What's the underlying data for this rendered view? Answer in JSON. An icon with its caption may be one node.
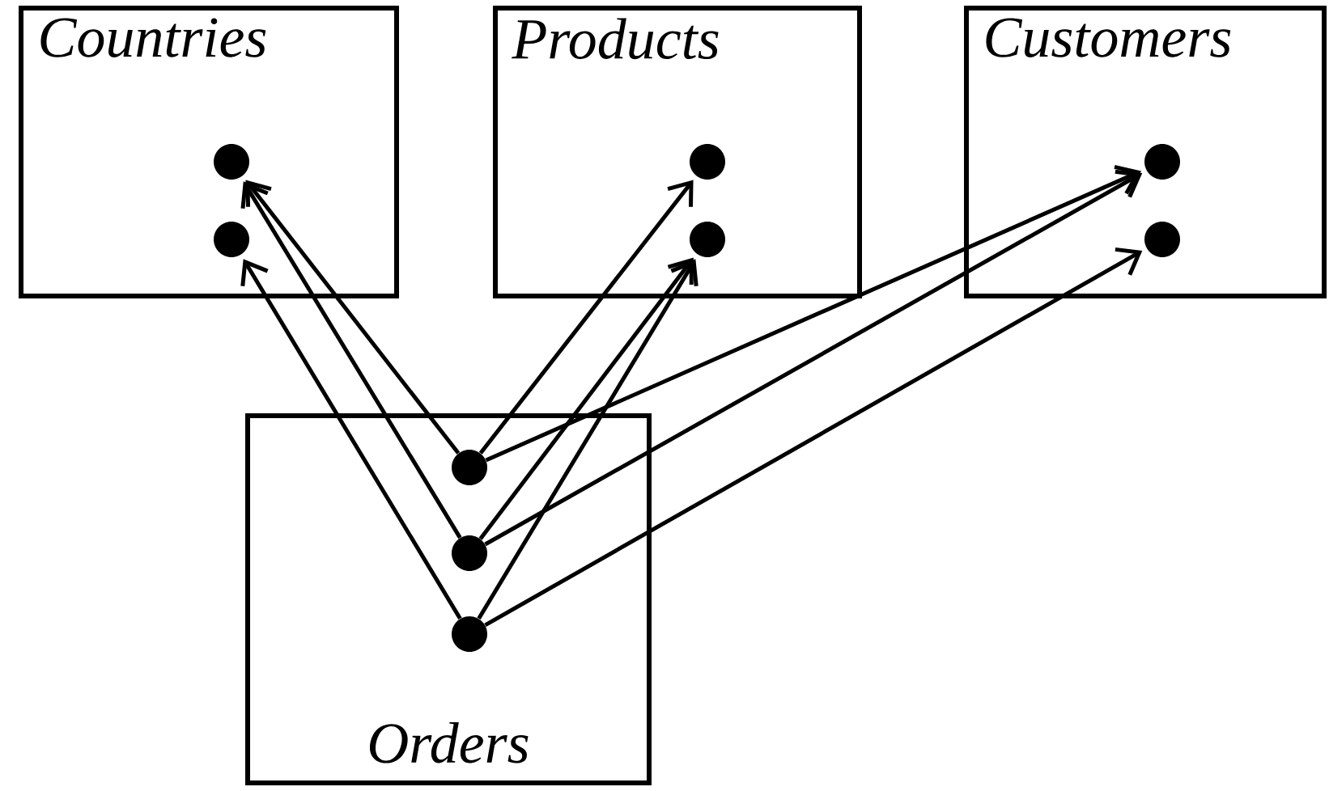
{
  "diagram": {
    "nodes": [
      {
        "text": [
          "Countries"
        ]
      },
      {
        "text": [],
        "shape": "circle",
        "in": 0
      },
      {
        "text": [],
        "shape": "circle",
        "in": 0
      },
      {
        "text": [
          "Products"
        ]
      },
      {
        "text": [],
        "shape": "circle",
        "in": 3
      },
      {
        "text": [],
        "shape": "circle",
        "in": 3
      },
      {
        "text": [
          "Customers"
        ]
      },
      {
        "text": [],
        "shape": "circle",
        "in": 6
      },
      {
        "text": [],
        "shape": "circle",
        "in": 6
      },
      {
        "text": [
          "Orders"
        ]
      },
      {
        "text": [],
        "shape": "circle",
        "in": 9
      },
      {
        "text": [],
        "shape": "circle",
        "in": 9
      },
      {
        "text": [],
        "shape": "circle",
        "in": 9
      }
    ],
    "edges": [
      {
        "from": 10,
        "to": 1,
        "arrow": "to"
      },
      {
        "from": 11,
        "to": 1,
        "arrow": "to"
      },
      {
        "from": 12,
        "to": 2,
        "arrow": "to"
      },
      {
        "from": 10,
        "to": 4,
        "arrow": "to"
      },
      {
        "from": 11,
        "to": 5,
        "arrow": "to"
      },
      {
        "from": 12,
        "to": 5,
        "arrow": "to"
      },
      {
        "from": 10,
        "to": 7,
        "arrow": "to"
      },
      {
        "from": 11,
        "to": 7,
        "arrow": "to"
      },
      {
        "from": 12,
        "to": 8,
        "arrow": "to"
      }
    ]
  }
}
